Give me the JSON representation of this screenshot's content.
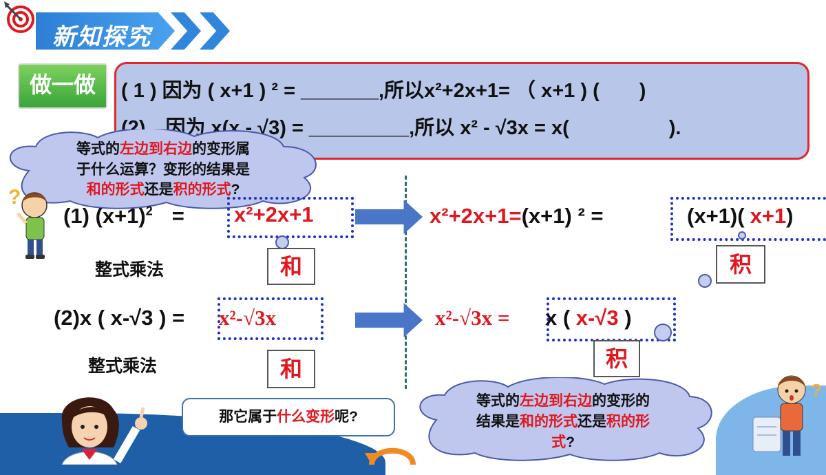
{
  "header": {
    "title": "新知探究"
  },
  "tag": {
    "label": "做一做"
  },
  "question": {
    "line1": "( 1 ) 因为 ( x+1 ) ² = _______,所以x²+2x+1= （ x+1 ) (　　)",
    "line2": "(2)　因为 x(x - √3)  = _________,所以 x² - √3x = x(　　　　　)."
  },
  "cloud_top": {
    "l1a": "等式的",
    "l1b": "左边到右边",
    "l1c": "的变形属",
    "l2": "于什么运算？变形的结果是",
    "l3a": "和的形式",
    "l3b": "还是",
    "l3c": "积的形式",
    "l3d": "?"
  },
  "left": {
    "eq1_prefix": "(1)  (x+1)",
    "eq1_sup": "2",
    "eq1_eq": "=",
    "eq1_result": "x²+2x+1",
    "label1": "整式乘法",
    "ans1": "和",
    "eq2_prefix": "(2)x ( x-√3 ) =",
    "eq2_result": "x²-√3x",
    "label2": "整式乘法",
    "ans2": "和"
  },
  "right": {
    "eq1_a": "x²+2x+1=",
    "eq1_b": "(x+1)  ² =",
    "eq1_boxed_a": "(x+1)(",
    "eq1_boxed_b": "x+1",
    "eq1_boxed_c": ")",
    "ans1": "积",
    "eq2_a": "x²-√3x =",
    "eq2_b": "x ( ",
    "eq2_c": "x-√3",
    "eq2_d": " )",
    "ans2": "积"
  },
  "speech": {
    "a": "那它属于",
    "b": "什么变形",
    "c": "呢?"
  },
  "cloud_bottom": {
    "l1a": "等式的",
    "l1b": "左边到右边",
    "l1c": "的变形的",
    "l2a": "结果是",
    "l2b": "和的形式",
    "l2c": "还是",
    "l2d": "积的形",
    "l3a": "式",
    "l3b": "?"
  },
  "colors": {
    "accent_red": "#e0171e",
    "box_blue": "#1a2fd0",
    "header_blue": "#2d7fd4",
    "tag_green": "#3aa53a"
  }
}
